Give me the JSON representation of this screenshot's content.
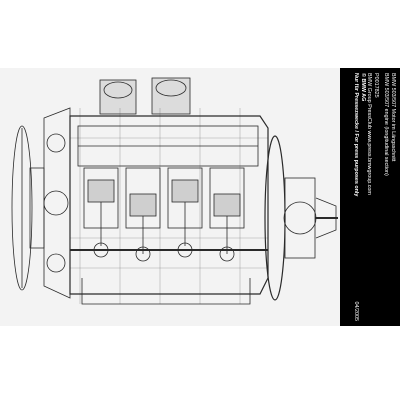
{
  "caption": {
    "title_de": "BMW 503/507 Motor im Längsschnitt",
    "title_en": "BMW 503/507 engine (longitudinal section)",
    "code": "P0017825",
    "press_line": "BMW Group PressClub www.press.bmwgroup.com",
    "copyright": "© BMW AG",
    "notice": "Nur für Pressezwecke / For press purposes only",
    "date": "04/2005"
  },
  "colors": {
    "ink": "#2a2a2a",
    "paper": "#f3f3f3",
    "caption_bg": "#000000"
  },
  "figure_subject": "engine-longitudinal-section"
}
